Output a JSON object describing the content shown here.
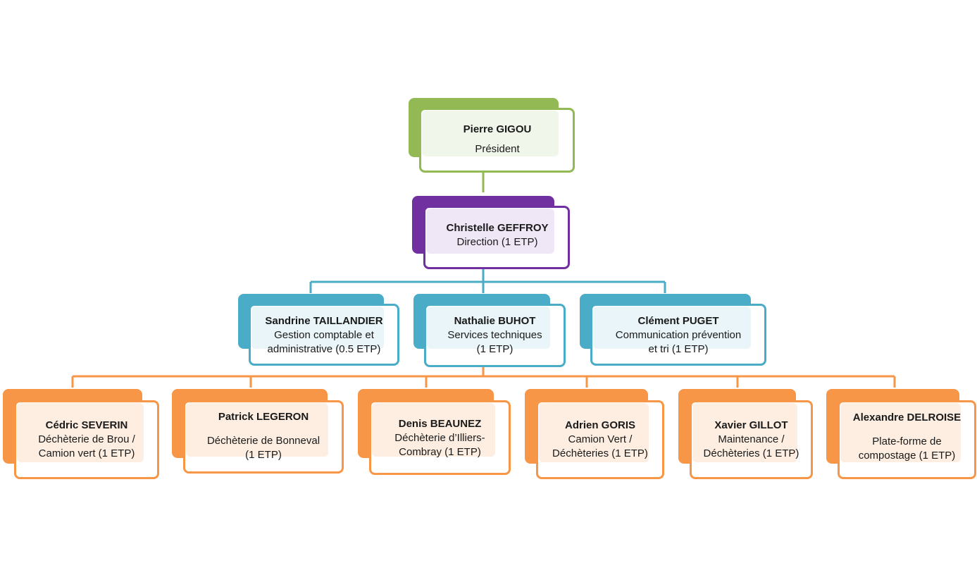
{
  "colors": {
    "president": "#92b954",
    "direction": "#7030a0",
    "managers": "#4aacc6",
    "agents": "#f79646"
  },
  "president": {
    "name": "Pierre GIGOU",
    "role": "Président"
  },
  "direction": {
    "name": "Christelle GEFFROY",
    "role": "Direction (1 ETP)"
  },
  "managers": [
    {
      "name": "Sandrine TAILLANDIER",
      "role": "Gestion comptable et\nadministrative (0.5 ETP)"
    },
    {
      "name": "Nathalie BUHOT",
      "role": "Services techniques\n(1 ETP)"
    },
    {
      "name": "Clément PUGET",
      "role": "Communication  prévention\net tri (1 ETP)"
    }
  ],
  "agents": [
    {
      "name": "Cédric SEVERIN",
      "role": "Déchèterie de Brou /\nCamion vert (1 ETP)"
    },
    {
      "name": "Patrick LEGERON",
      "role": "Déchèterie de Bonneval\n(1 ETP)"
    },
    {
      "name": "Denis BEAUNEZ",
      "role": "Déchèterie d’Illiers-\nCombray (1 ETP)"
    },
    {
      "name": "Adrien GORIS",
      "role": "Camion Vert /\nDéchèteries (1 ETP)"
    },
    {
      "name": "Xavier GILLOT",
      "role": "Maintenance /\nDéchèteries (1 ETP)"
    },
    {
      "name": "Alexandre DELROISE",
      "role": "Plate-forme de\ncompostage (1 ETP)"
    }
  ]
}
